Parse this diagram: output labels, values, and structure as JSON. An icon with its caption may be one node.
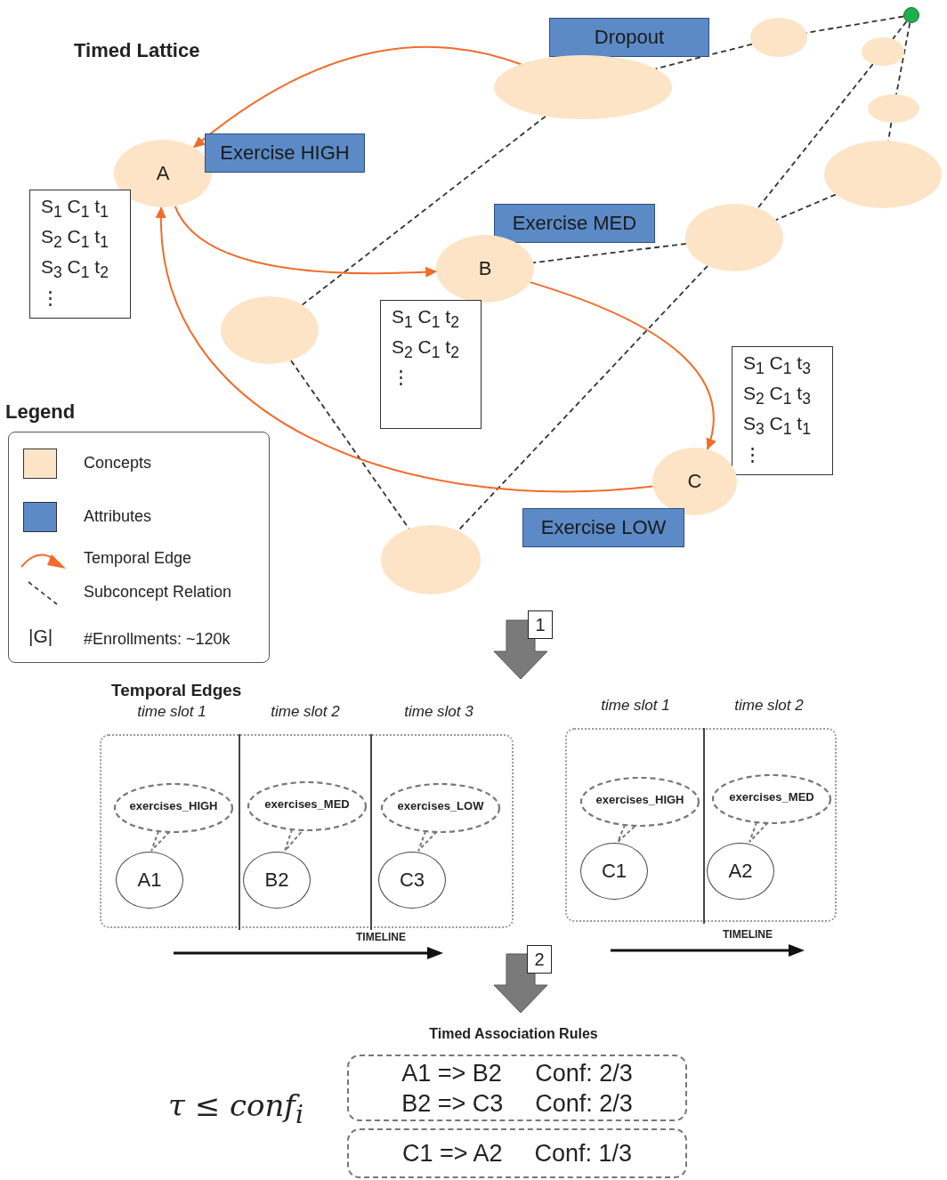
{
  "diagram": {
    "title": "Timed Lattice",
    "nodes": [
      {
        "text": [
          "Dropout"
        ]
      },
      {
        "text": [],
        "shape": "circle"
      },
      {
        "text": [],
        "shape": "ellipse"
      },
      {
        "text": [],
        "shape": "ellipse"
      },
      {
        "text": [],
        "shape": "ellipse"
      },
      {
        "text": [],
        "shape": "ellipse"
      },
      {
        "text": [
          "A"
        ]
      },
      {
        "text": [
          "Exercise HIGH"
        ]
      },
      {
        "text": [],
        "shape": "ellipse"
      },
      {
        "text": [
          "S$_{1}$ C$_{1}$ t$_{1}$",
          "S$_{2}$ C$_{1}$ t$_{1}$",
          "S$_{3}$ C$_{1}$ t$_{2}$",
          "⋮"
        ]
      },
      {
        "text": [
          "Exercise MED"
        ]
      },
      {
        "text": [],
        "shape": "ellipse"
      },
      {
        "text": [
          "B"
        ]
      },
      {
        "text": [],
        "shape": "ellipse"
      },
      {
        "text": [
          "S$_{1}$ C$_{1}$ t$_{2}$",
          "S$_{2}$ C$_{1}$ t$_{2}$",
          "⋮"
        ]
      },
      {
        "text": [
          "S$_{1}$ C$_{1}$ t$_{3}$",
          "S$_{2}$ C$_{1}$ t$_{3}$",
          "S$_{3}$ C$_{1}$ t$_{1}$",
          "⋮"
        ]
      },
      {
        "text": [
          "C"
        ]
      },
      {
        "text": [
          "Exercise LOW"
        ]
      },
      {
        "text": [],
        "shape": "ellipse"
      },
      {
        "text": [],
        "shape": "box"
      },
      {
        "text": [
          "exercises_HIGH"
        ],
        "in": 19
      },
      {
        "text": [
          "A1"
        ],
        "in": 19
      },
      {
        "text": [
          "exercises_MED"
        ],
        "in": 19
      },
      {
        "text": [
          "B2"
        ],
        "in": 19
      },
      {
        "text": [
          "exercises_LOW"
        ],
        "in": 19
      },
      {
        "text": [
          "C3"
        ],
        "in": 19
      },
      {
        "text": [],
        "shape": "box"
      },
      {
        "text": [
          "exercises_HIGH"
        ],
        "in": 26
      },
      {
        "text": [
          "C1"
        ],
        "in": 26
      },
      {
        "text": [
          "exercises_MED"
        ],
        "in": 26
      },
      {
        "text": [
          "A2"
        ],
        "in": 26
      },
      {
        "text": [
          "A1 => B2",
          "Conf: 2/3",
          "B2 => C3",
          "Conf: 2/3"
        ]
      },
      {
        "text": [
          "C1 => A2",
          "Conf: 1/3"
        ]
      }
    ],
    "edges": [
      {
        "from": 1,
        "to": 2,
        "arrow": "none",
        "style": "dashed"
      },
      {
        "from": 2,
        "to": 4,
        "arrow": "none",
        "style": "dashed"
      },
      {
        "from": 1,
        "to": 3,
        "arrow": "none",
        "style": "dashed"
      },
      {
        "from": 3,
        "to": 11,
        "arrow": "none",
        "style": "dashed"
      },
      {
        "from": 1,
        "to": 5,
        "arrow": "none",
        "style": "dashed"
      },
      {
        "from": 5,
        "to": 8,
        "arrow": "none",
        "style": "dashed"
      },
      {
        "from": 8,
        "to": 11,
        "arrow": "none",
        "style": "dashed"
      },
      {
        "from": 11,
        "to": 12,
        "arrow": "none",
        "style": "dashed"
      },
      {
        "from": 4,
        "to": 13,
        "arrow": "none",
        "style": "dashed"
      },
      {
        "from": 13,
        "to": 18,
        "arrow": "none",
        "style": "dashed"
      },
      {
        "from": 11,
        "to": 18,
        "arrow": "none",
        "style": "dashed"
      },
      {
        "from": 4,
        "to": 6,
        "arrow": "to",
        "color": "#f26b2a"
      },
      {
        "from": 6,
        "to": 12,
        "arrow": "to",
        "color": "#f26b2a"
      },
      {
        "from": 12,
        "to": 16,
        "arrow": "to",
        "color": "#f26b2a"
      },
      {
        "from": 16,
        "to": 6,
        "arrow": "to",
        "color": "#f26b2a"
      }
    ],
    "labels": [
      "Legend",
      "|G|",
      "1",
      "Temporal Edges",
      "time slot 1",
      "time slot 2",
      "time slot 3",
      "time slot 1",
      "time slot 2",
      "TIMELINE",
      "TIMELINE",
      "2",
      "Timed Association Rules",
      "τ ≤ conf$_{i}$"
    ],
    "legend": [
      {
        "text": "Concepts",
        "color": "#fde4c6"
      },
      {
        "text": "Attributes",
        "color": "#5b8ac6"
      },
      {
        "text": "Temporal Edge"
      },
      {
        "text": "Subconcept Relation"
      },
      {
        "text": "#Enrollments: ~120k"
      }
    ]
  }
}
